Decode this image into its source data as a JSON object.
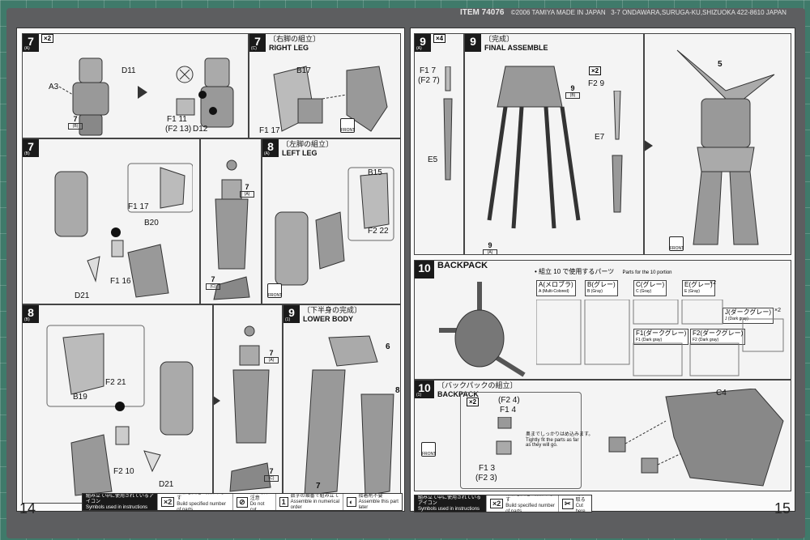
{
  "header": {
    "item_code": "ITEM 74076",
    "copyright": "©2006 TAMIYA MADE IN JAPAN",
    "address": "3-7 ONDAWARA,SURUGA-KU,SHIZUOKA 422-8610 JAPAN"
  },
  "page_left": {
    "number": "14"
  },
  "page_right": {
    "number": "15"
  },
  "steps": {
    "s7a": {
      "num": "7",
      "sub": "(A)",
      "mult": "×2"
    },
    "s7b": {
      "num": "7",
      "sub": "(B)"
    },
    "s7c": {
      "num": "7",
      "sub": "(C)",
      "jp": "〔右脚の組立〕",
      "en": "RIGHT LEG"
    },
    "s8a": {
      "num": "8",
      "sub": "(A)",
      "jp": "〔左脚の組立〕",
      "en": "LEFT LEG"
    },
    "s8b": {
      "num": "8",
      "sub": "(B)"
    },
    "s9a": {
      "num": "9",
      "sub": "(1)",
      "jp": "〔下半身の完成〕",
      "en": "LOWER BODY"
    },
    "s9b": {
      "num": "9",
      "sub": "(A)",
      "mult": "×4"
    },
    "s9c": {
      "num": "9",
      "jp": "〔完成〕",
      "en": "FINAL ASSEMBLE",
      "mult": "×2"
    },
    "s10a": {
      "num": "10",
      "en": "BACKPACK",
      "jp_parts": "• 組立 10 で使用するパーツ",
      "en_parts": "Parts for the 10 portion"
    },
    "s10b": {
      "num": "10",
      "sub": "(1)",
      "jp": "〔バックパックの組立〕",
      "en": "BACKPACK",
      "mult": "×2"
    }
  },
  "labels": {
    "a3": "A3",
    "d11": "D11",
    "d12": "D12",
    "f1_11": "F1 11",
    "f2_13": "(F2 13)",
    "b17": "B17",
    "f1_17": "F1 17",
    "b20": "B20",
    "f1_16": "F1 16",
    "d21a": "D21",
    "b15": "B15",
    "f2_22": "F2 22",
    "b19": "B19",
    "f2_21": "F2 21",
    "f2_10": "F2 10",
    "d21b": "D21",
    "six": "6",
    "eight": "8",
    "seven": "7",
    "five": "5",
    "f1_7": "F1 7",
    "f2_7": "(F2 7)",
    "e5": "E5",
    "f2_9": "F2 9",
    "e7": "E7",
    "nine": "9",
    "c4": "C4",
    "f2_4": "(F2 4)",
    "f1_4": "F1 4",
    "f1_3": "F1 3",
    "f2_3": "(F2 3)",
    "tip_jp": "奥までしっかりはめ込みます。",
    "tip_en": "Tightly fit the parts as far as they will go.",
    "front": "FRONT"
  },
  "sprues": [
    {
      "code": "A",
      "jp": "(メロブラ)",
      "en": "A (Multi-Colored)"
    },
    {
      "code": "B",
      "jp": "(グレー)",
      "en": "B (Gray)"
    },
    {
      "code": "C",
      "jp": "(グレー)",
      "en": "C (Gray)"
    },
    {
      "code": "E",
      "jp": "(グレー)",
      "en": "E (Gray)",
      "mult": "×2"
    },
    {
      "code": "J",
      "jp": "(ダークグレー)",
      "en": "J (Dark gray)",
      "mult": "×2"
    },
    {
      "code": "F1",
      "jp": "(ダークグレー)",
      "en": "F1 (Dark gray)"
    },
    {
      "code": "F2",
      "jp": "(ダークグレー)",
      "en": "F2 (Dark gray)"
    }
  ],
  "legend_left": {
    "title_jp": "組み立て中に使用されているアイコン",
    "title_en": "Symbols used in instructions",
    "items": [
      {
        "icon": "×2",
        "jp": "部品を指定の数作ります",
        "en": "Build specified number of parts"
      },
      {
        "icon": "⊘",
        "jp": "切り取り注意",
        "en": "Do not cut"
      },
      {
        "icon": "1",
        "jp": "数字の順番で組み立て",
        "en": "Assemble in numerical order"
      },
      {
        "icon": "◐",
        "jp": "接着剤不要",
        "en": "Assemble this part later"
      }
    ]
  },
  "legend_right": {
    "title_jp": "組み立て中に使用されているアイコン",
    "title_en": "Symbols used in instructions",
    "items": [
      {
        "icon": "×2",
        "jp": "部品を指定の数作ります",
        "en": "Build specified number of parts"
      },
      {
        "icon": "✂",
        "jp": "切り取る",
        "en": "Cut here"
      }
    ]
  },
  "colors": {
    "ink": "#1a1a1a",
    "paper": "#fafafa",
    "mat": "#3f7a6a",
    "cover": "#5d5e60"
  }
}
